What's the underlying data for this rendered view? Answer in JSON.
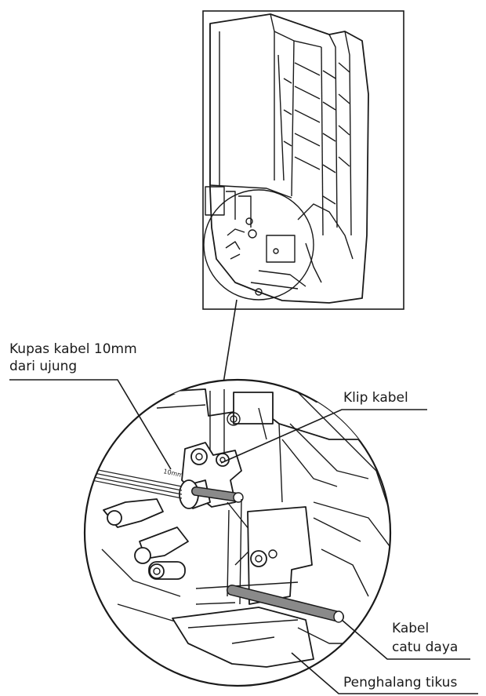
{
  "labels": {
    "strip_line1": "Kupas kabel 10mm",
    "strip_line2": "dari ujung",
    "cable_clip": "Klip kabel",
    "power_line1": "Kabel",
    "power_line2": "catu daya",
    "rodent_guard": "Penghalang tikus",
    "strip_mark": "10mm"
  },
  "colors": {
    "line": "#1a1a1a",
    "cable_fill": "#8a8a8a",
    "background": "#ffffff"
  }
}
